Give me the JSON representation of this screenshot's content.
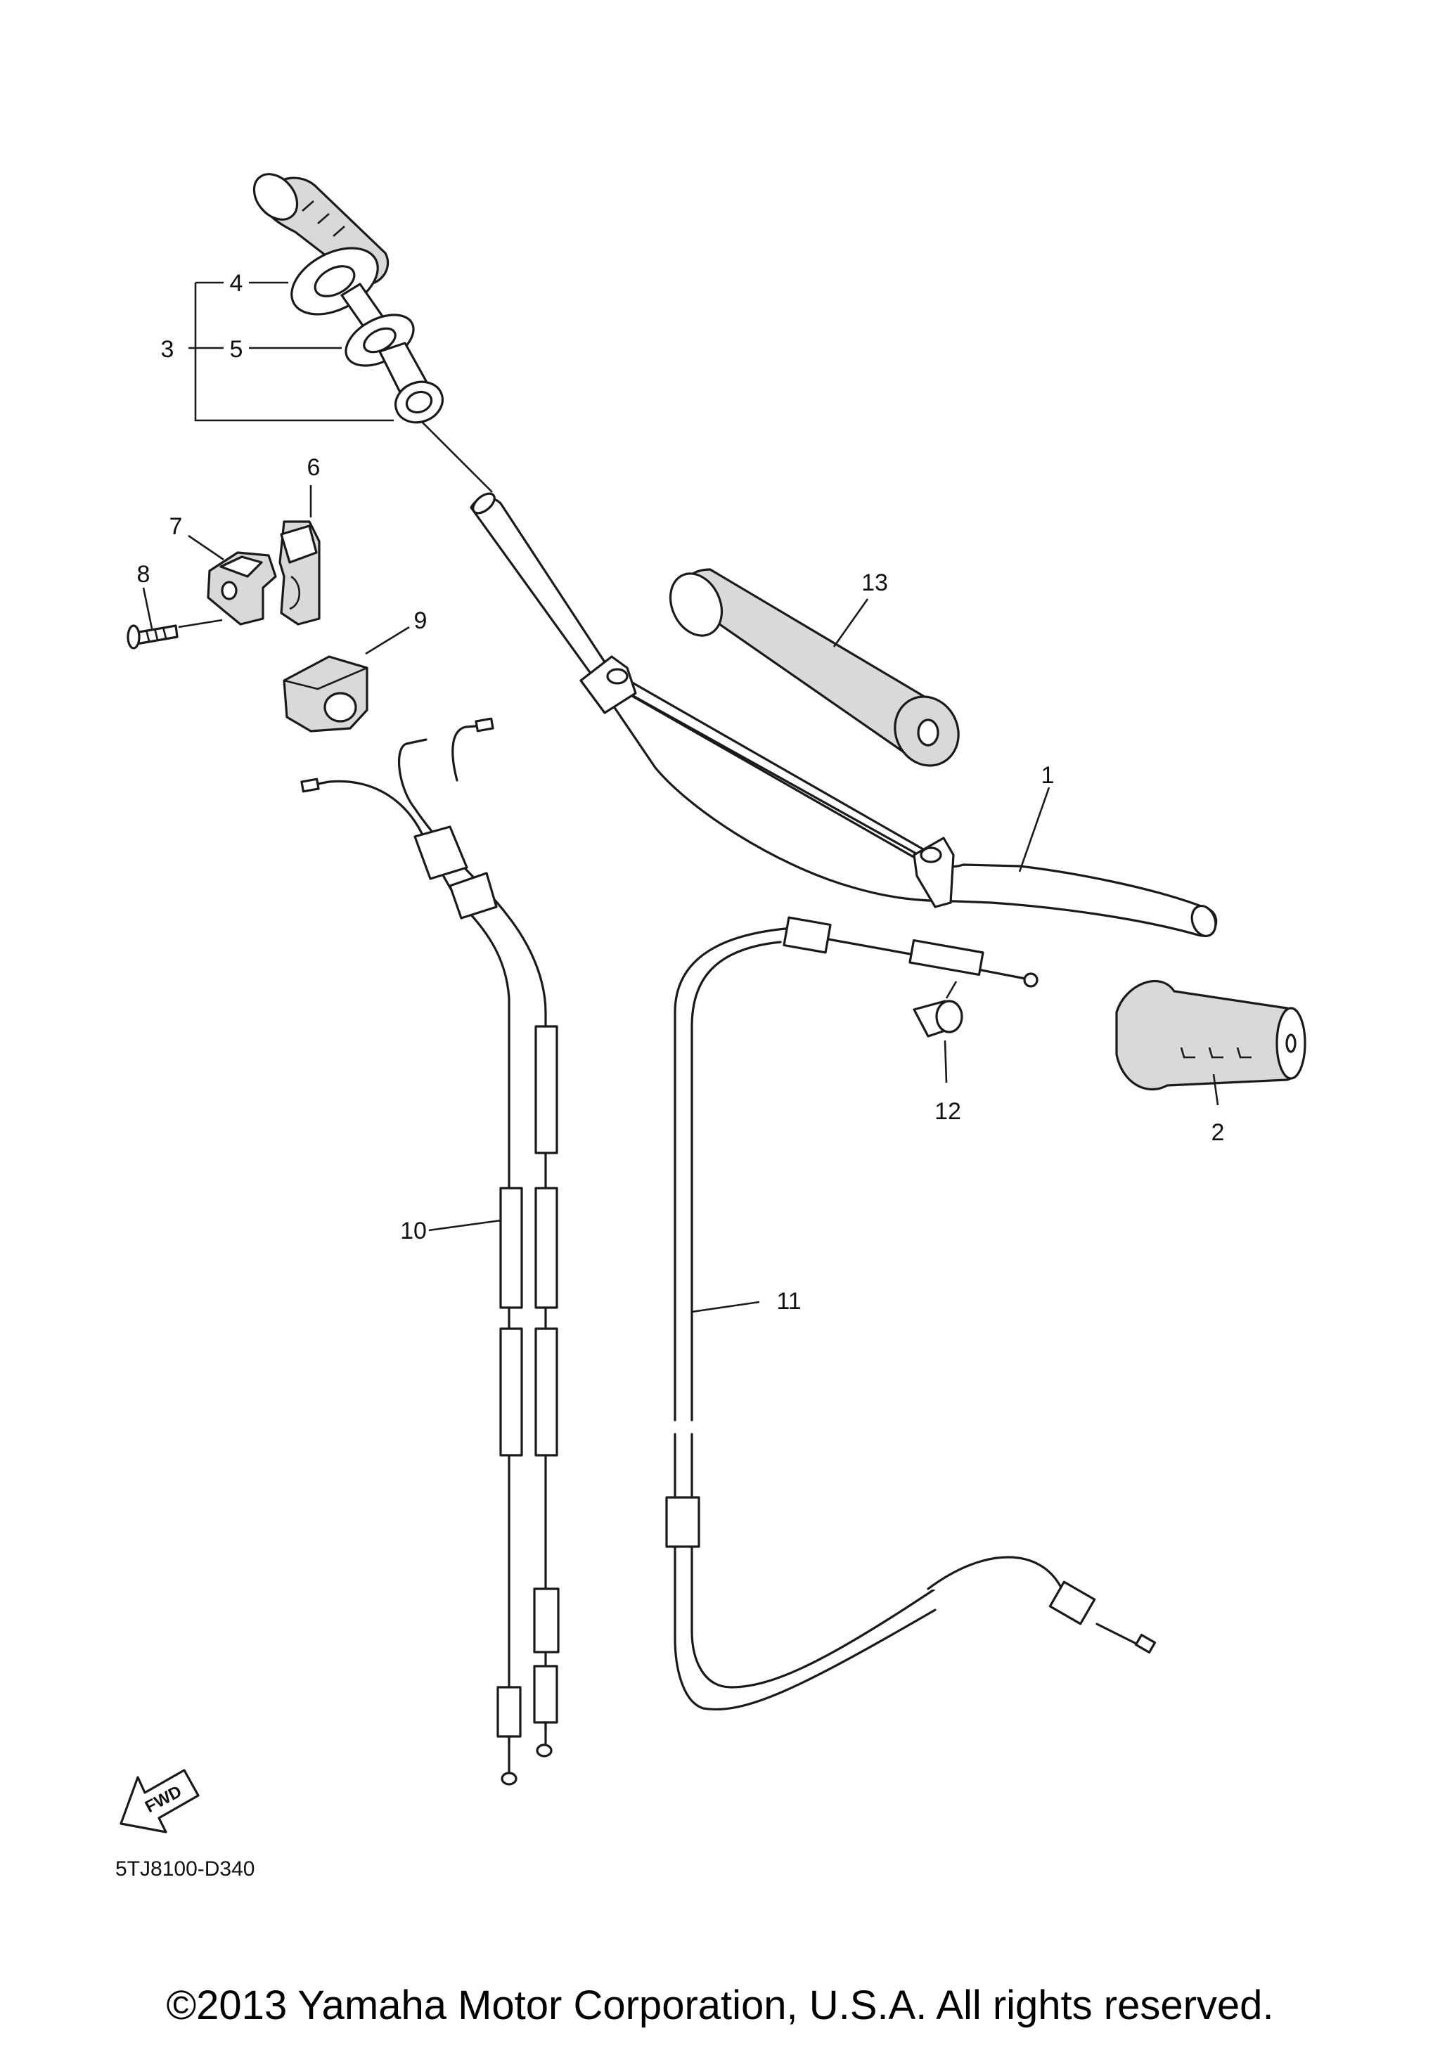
{
  "diagram": {
    "callouts": [
      {
        "id": "1",
        "label": "1"
      },
      {
        "id": "2",
        "label": "2"
      },
      {
        "id": "3",
        "label": "3"
      },
      {
        "id": "4",
        "label": "4"
      },
      {
        "id": "5",
        "label": "5"
      },
      {
        "id": "6",
        "label": "6"
      },
      {
        "id": "7",
        "label": "7"
      },
      {
        "id": "8",
        "label": "8"
      },
      {
        "id": "9",
        "label": "9"
      },
      {
        "id": "10",
        "label": "10"
      },
      {
        "id": "11",
        "label": "11"
      },
      {
        "id": "12",
        "label": "12"
      },
      {
        "id": "13",
        "label": "13"
      }
    ],
    "drawing_code": "5TJ8100-D340",
    "fwd_label": "FWD",
    "copyright": "©2013 Yamaha Motor Corporation, U.S.A. All rights reserved."
  }
}
